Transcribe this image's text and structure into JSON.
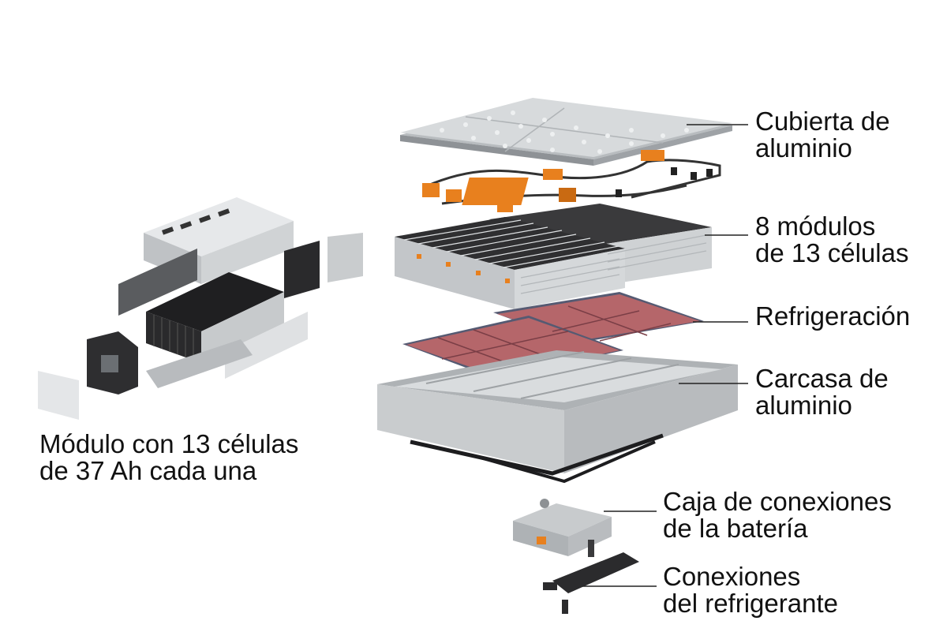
{
  "labels": {
    "cover": [
      "Cubierta de",
      "aluminio"
    ],
    "modules": [
      "8 módulos",
      "de 13 células"
    ],
    "cooling": [
      "Refrigeración"
    ],
    "housing": [
      "Carcasa de",
      "aluminio"
    ],
    "junction_box": [
      "Caja de conexiones",
      "de la batería"
    ],
    "coolant": [
      "Conexiones",
      "del refrigerante"
    ],
    "module_detail": [
      "Módulo con 13 células",
      "de 37 Ah cada una"
    ]
  },
  "colors": {
    "aluminum": "#d6d8da",
    "aluminum_dark": "#a9adb1",
    "cell_black": "#2a2a2c",
    "wiring_orange": "#e8801e",
    "cooling_plate": "#b5666a",
    "leader_line": "#222222"
  }
}
